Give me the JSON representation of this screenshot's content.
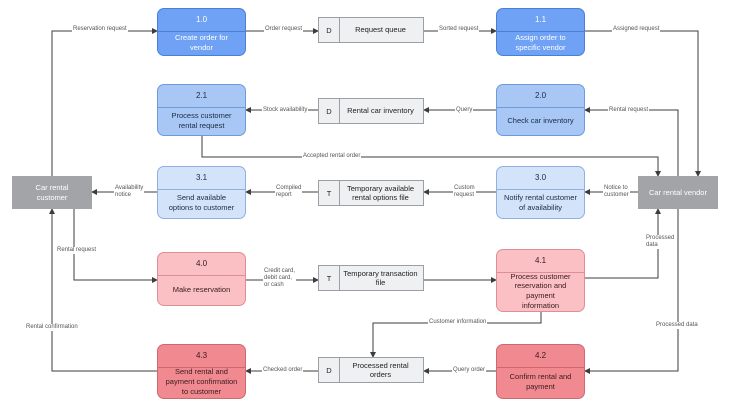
{
  "colors": {
    "blue_dark": {
      "fill": "#6fa2f5",
      "border": "#4a7fd6",
      "text": "#ffffff"
    },
    "blue_mid": {
      "fill": "#a8c7f5",
      "border": "#6e9bdc",
      "text": "#1a2a44"
    },
    "blue_light": {
      "fill": "#d3e3fa",
      "border": "#8fb0e0",
      "text": "#1a2a44"
    },
    "red_light": {
      "fill": "#fac0c3",
      "border": "#de8f95",
      "text": "#3a1a1c"
    },
    "red_mid": {
      "fill": "#f2a0a6",
      "border": "#d47980",
      "text": "#3a1a1c"
    },
    "red_dark": {
      "fill": "#f08a90",
      "border": "#cf6870",
      "text": "#3a1a1c"
    },
    "store": "#eef0f2",
    "entity": "#a2a4a8",
    "link": "#3d3d3d"
  },
  "entities": [
    {
      "key": "customer",
      "name": "Car rental\ncustomer"
    },
    {
      "key": "vendor",
      "name": "Car rental vendor"
    }
  ],
  "processes": [
    {
      "key": "p10",
      "id": "1.0",
      "name": "Create order for\nvendor",
      "color": "blue_dark"
    },
    {
      "key": "p11",
      "id": "1.1",
      "name": "Assign order to\nspecific vendor",
      "color": "blue_dark"
    },
    {
      "key": "p21",
      "id": "2.1",
      "name": "Process customer\nrental request",
      "color": "blue_mid"
    },
    {
      "key": "p20",
      "id": "2.0",
      "name": "Check car inventory",
      "color": "blue_mid"
    },
    {
      "key": "p31",
      "id": "3.1",
      "name": "Send available\noptions to customer",
      "color": "blue_light"
    },
    {
      "key": "p30",
      "id": "3.0",
      "name": "Notify rental customer\nof availability",
      "color": "blue_light"
    },
    {
      "key": "p40",
      "id": "4.0",
      "name": "Make reservation",
      "color": "red_light"
    },
    {
      "key": "p41",
      "id": "4.1",
      "name": "Process customer\nreservation and\npayment\ninformation",
      "color": "red_light"
    },
    {
      "key": "p43",
      "id": "4.3",
      "name": "Send rental and\npayment confirmation\nto customer",
      "color": "red_dark"
    },
    {
      "key": "p42",
      "id": "4.2",
      "name": "Confirm rental and\npayment",
      "color": "red_dark"
    }
  ],
  "stores": [
    {
      "key": "d1",
      "id": "D",
      "name": "Request queue"
    },
    {
      "key": "d2",
      "id": "D",
      "name": "Rental car inventory"
    },
    {
      "key": "t1",
      "id": "T",
      "name": "Temporary available\nrental options file"
    },
    {
      "key": "t2",
      "id": "T",
      "name": "Temporary transaction\nfile"
    },
    {
      "key": "d3",
      "id": "D",
      "name": "Processed rental\norders"
    }
  ],
  "flows": [
    {
      "key": "f1",
      "label": "Reservation request"
    },
    {
      "key": "f2",
      "label": "Order request"
    },
    {
      "key": "f3",
      "label": "Sorted request"
    },
    {
      "key": "f4",
      "label": "Assigned request"
    },
    {
      "key": "f5",
      "label": "Stock availability"
    },
    {
      "key": "f6",
      "label": "Query"
    },
    {
      "key": "f7",
      "label": "Rental request"
    },
    {
      "key": "f8",
      "label": "Accepted rental order"
    },
    {
      "key": "f9",
      "label": "Availability\nnotice"
    },
    {
      "key": "f10",
      "label": "Compiled\nreport"
    },
    {
      "key": "f11",
      "label": "Custom\nrequest"
    },
    {
      "key": "f12",
      "label": "Notice to\ncustomer"
    },
    {
      "key": "f13",
      "label": "Rental request"
    },
    {
      "key": "f14",
      "label": "Credit card,\ndebit card,\nor cash"
    },
    {
      "key": "f15",
      "label": "Processed\ndata"
    },
    {
      "key": "f16",
      "label": "Customer information"
    },
    {
      "key": "f17",
      "label": "Rental confirmation"
    },
    {
      "key": "f18",
      "label": "Processed data"
    },
    {
      "key": "f19",
      "label": "Checked order"
    },
    {
      "key": "f20",
      "label": "Query order"
    }
  ]
}
